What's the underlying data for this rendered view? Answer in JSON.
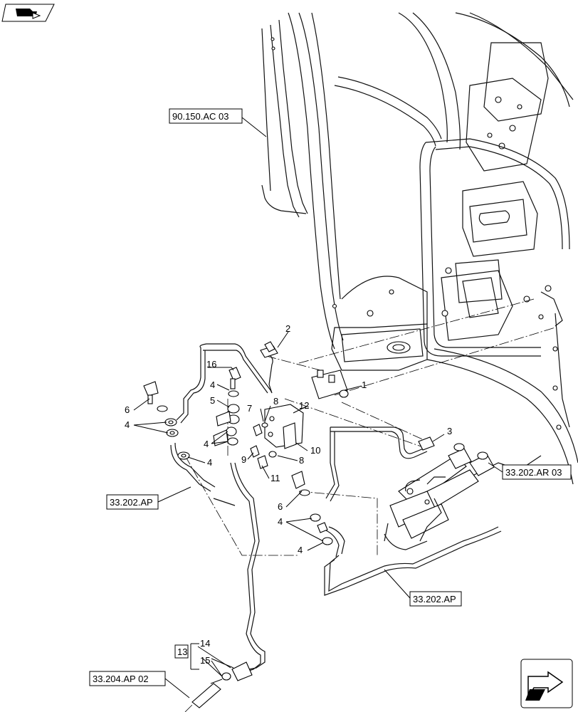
{
  "callouts": {
    "c1": "1",
    "c2": "2",
    "c3": "3",
    "c4a": "4",
    "c4b": "4",
    "c4c": "4",
    "c4d": "4",
    "c4e": "4",
    "c4f": "4",
    "c5": "5",
    "c6a": "6",
    "c6b": "6",
    "c7": "7",
    "c8a": "8",
    "c8b": "8",
    "c9": "9",
    "c10": "10",
    "c11": "11",
    "c12": "12",
    "c13": "13",
    "c14": "14",
    "c15": "15",
    "c16": "16"
  },
  "references": {
    "r90150": "90.150.AC 03",
    "r33202ap_left": "33.202.AP",
    "r33202ap_bottom": "33.202.AP",
    "r33202ar": "33.202.AR 03",
    "r33204ap": "33.204.AP 02"
  },
  "icons": {
    "top_left": "vehicle-view-icon",
    "bottom_right": "orientation-arrow-icon"
  }
}
